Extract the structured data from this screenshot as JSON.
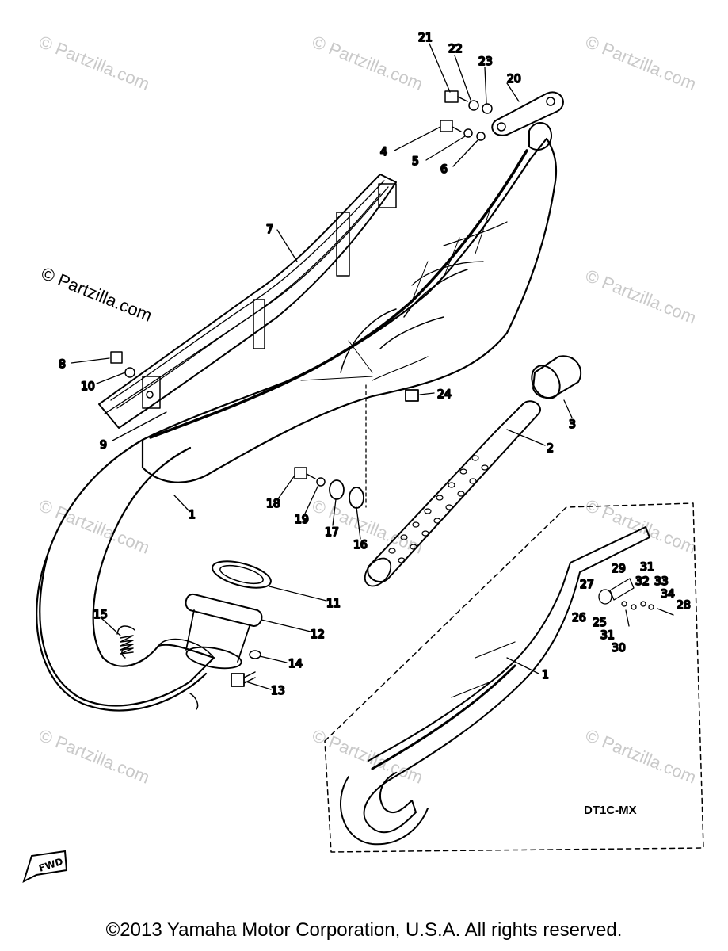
{
  "watermarks": {
    "light": "© Partzilla.com",
    "dark": "© Partzilla.com"
  },
  "callouts": [
    "21",
    "22",
    "23",
    "20",
    "4",
    "5",
    "6",
    "7",
    "8",
    "10",
    "9",
    "24",
    "3",
    "2",
    "1",
    "18",
    "19",
    "17",
    "16",
    "11",
    "12",
    "15",
    "14",
    "13",
    "29",
    "31",
    "27",
    "32",
    "33",
    "34",
    "26",
    "28",
    "25",
    "31",
    "30",
    "1"
  ],
  "model_label": "DT1C-MX",
  "fwd_label": "FWD",
  "copyright": "©2013 Yamaha Motor Corporation, U.S.A. All rights reserved."
}
